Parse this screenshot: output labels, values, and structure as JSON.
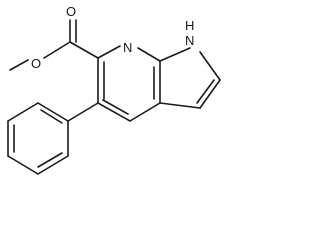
{
  "molecule": {
    "atoms": {
      "oxygen_carbonyl": "O",
      "oxygen_ester": "O",
      "nitrogen_pyridine": "N",
      "nitrogen_pyrrole": "N",
      "hydrogen_on_nitrogen": "H"
    }
  }
}
